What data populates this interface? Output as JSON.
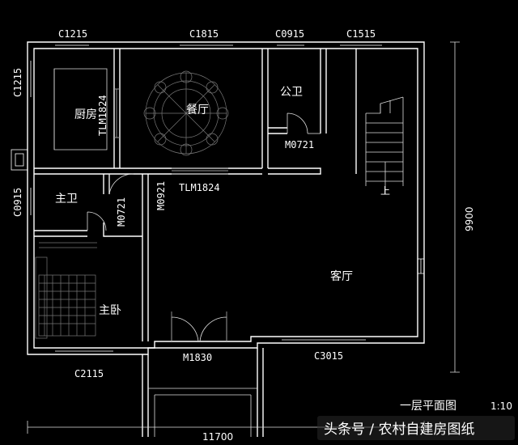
{
  "rooms": {
    "kitchen": "厨房",
    "dining": "餐厅",
    "public_bath": "公卫",
    "master_bath": "主卫",
    "master_bedroom": "主卧",
    "living": "客厅",
    "stair_up": "上"
  },
  "openings": {
    "c1215_top": "C1215",
    "c1815_top": "C1815",
    "c0915_top": "C0915",
    "c1515_top": "C1515",
    "c1215_left": "C1215",
    "c0915_left": "C0915",
    "c2115_bottom": "C2115",
    "c3015_bottom": "C3015",
    "tlm1824_vertical": "TLM1824",
    "tlm1824_horizontal": "TLM1824",
    "m0721_public": "M0721",
    "m0721_master": "M0721",
    "m0921": "M0921",
    "m1830": "M1830"
  },
  "dimensions": {
    "width": "11700",
    "height": "9900"
  },
  "drawing": {
    "title": "一层平面图",
    "scale": "1:10"
  },
  "watermark": "头条号 / 农村自建房图纸",
  "colors": {
    "background": "#000000",
    "lines": "#ffffff"
  }
}
